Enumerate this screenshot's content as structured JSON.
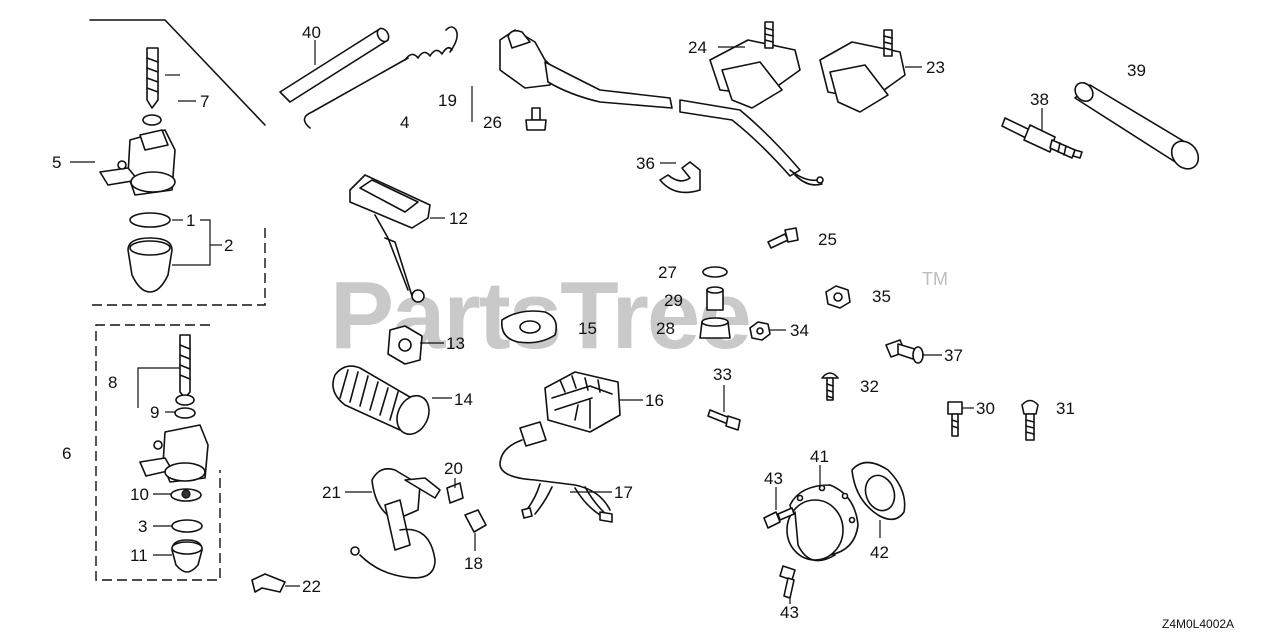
{
  "watermark": {
    "text": "PartsTree",
    "trademark": "TM"
  },
  "diagram_code": "Z4M0L4002A",
  "callouts": {
    "c1": "1",
    "c2": "2",
    "c3": "3",
    "c4": "4",
    "c5": "5",
    "c6": "6",
    "c7": "7",
    "c8": "8",
    "c9": "9",
    "c10": "10",
    "c11": "11",
    "c12": "12",
    "c13": "13",
    "c14": "14",
    "c15": "15",
    "c16": "16",
    "c17": "17",
    "c18": "18",
    "c19": "19",
    "c20": "20",
    "c21": "21",
    "c22": "22",
    "c23": "23",
    "c24": "24",
    "c25": "25",
    "c26": "26",
    "c27": "27",
    "c28": "28",
    "c29": "29",
    "c30": "30",
    "c31": "31",
    "c32": "32",
    "c33": "33",
    "c34": "34",
    "c35": "35",
    "c36": "36",
    "c37": "37",
    "c38": "38",
    "c39": "39",
    "c40": "40",
    "c41": "41",
    "c42": "42",
    "c43a": "43",
    "c43b": "43"
  }
}
